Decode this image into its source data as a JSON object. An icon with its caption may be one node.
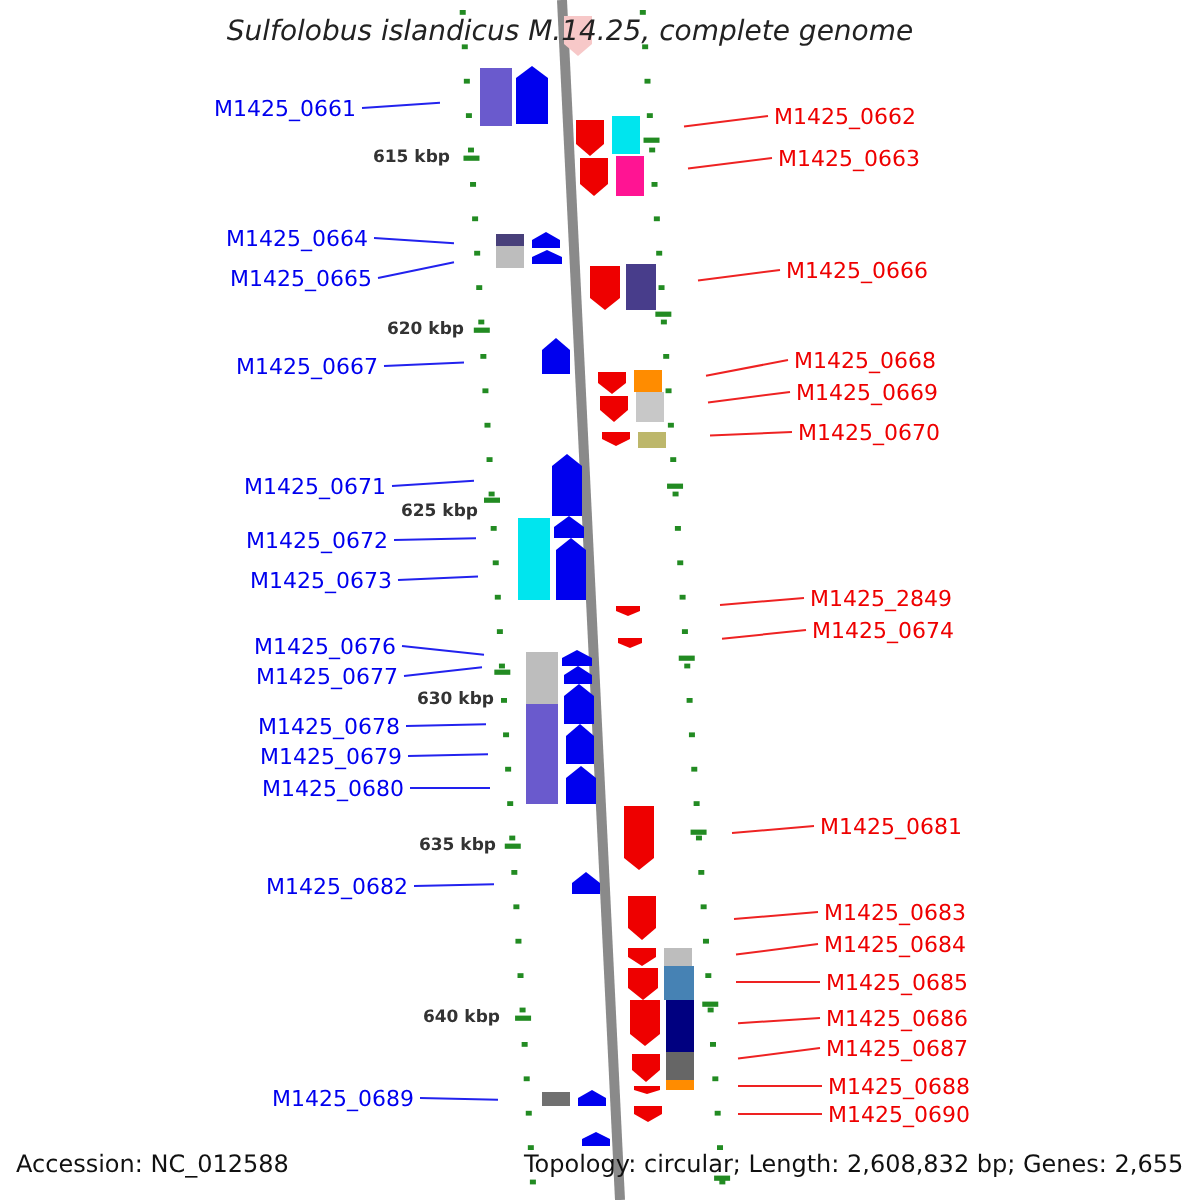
{
  "diagram": {
    "title": "Sulfolobus islandicus M.14.25, complete genome",
    "nodes": [
      {
        "text": [
          "M1425_0661"
        ]
      },
      {
        "text": [
          "M1425_0662"
        ]
      },
      {
        "text": [
          "M1425_0663"
        ]
      },
      {
        "text": [
          "M1425_0664"
        ]
      },
      {
        "text": [
          "M1425_0666"
        ]
      },
      {
        "text": [
          "M1425_0665"
        ]
      },
      {
        "text": [
          "M1425_0668"
        ]
      },
      {
        "text": [
          "M1425_0667"
        ]
      },
      {
        "text": [
          "M1425_0669"
        ]
      },
      {
        "text": [
          "M1425_0670"
        ]
      },
      {
        "text": [
          "M1425_0671"
        ]
      },
      {
        "text": [
          "M1425_0672"
        ]
      },
      {
        "text": [
          "M1425_0673"
        ]
      },
      {
        "text": [
          "M1425_2849"
        ]
      },
      {
        "text": [
          "M1425_0674"
        ]
      },
      {
        "text": [
          "M1425_0676"
        ]
      },
      {
        "text": [
          "M1425_0677"
        ]
      },
      {
        "text": [
          "M1425_0678"
        ]
      },
      {
        "text": [
          "M1425_0679"
        ]
      },
      {
        "text": [
          "M1425_0680"
        ]
      },
      {
        "text": [
          "M1425_0681"
        ]
      },
      {
        "text": [
          "M1425_0682"
        ]
      },
      {
        "text": [
          "M1425_0683"
        ]
      },
      {
        "text": [
          "M1425_0684"
        ]
      },
      {
        "text": [
          "M1425_0685"
        ]
      },
      {
        "text": [
          "M1425_0686"
        ]
      },
      {
        "text": [
          "M1425_0687"
        ]
      },
      {
        "text": [
          "M1425_0688"
        ]
      },
      {
        "text": [
          "M1425_0689"
        ]
      },
      {
        "text": [
          "M1425_0690"
        ]
      }
    ],
    "edges": [
      {
        "from": 0,
        "to": null,
        "arrow": "none",
        "color": "#2222ee"
      },
      {
        "from": 1,
        "to": null,
        "arrow": "none"
      },
      {
        "from": 2,
        "to": null,
        "arrow": "none"
      },
      {
        "from": 3,
        "to": null,
        "arrow": "none",
        "color": "#2222ee"
      },
      {
        "from": 4,
        "to": null,
        "arrow": "none"
      },
      {
        "from": 5,
        "to": null,
        "arrow": "none",
        "color": "#2222ee"
      },
      {
        "from": 6,
        "to": null,
        "arrow": "none"
      },
      {
        "from": 7,
        "to": null,
        "arrow": "none",
        "color": "#2222ee"
      },
      {
        "from": 8,
        "to": null,
        "arrow": "none"
      },
      {
        "from": 9,
        "to": null,
        "arrow": "none"
      },
      {
        "from": 10,
        "to": null,
        "arrow": "none",
        "color": "#2222ee"
      },
      {
        "from": 11,
        "to": null,
        "arrow": "none",
        "color": "#2222ee"
      },
      {
        "from": 12,
        "to": null,
        "arrow": "none",
        "color": "#2222ee"
      },
      {
        "from": 13,
        "to": null,
        "arrow": "none"
      },
      {
        "from": 14,
        "to": null,
        "arrow": "none"
      },
      {
        "from": 15,
        "to": null,
        "arrow": "none",
        "color": "#2222ee"
      },
      {
        "from": 16,
        "to": null,
        "arrow": "none",
        "color": "#2222ee"
      },
      {
        "from": 17,
        "to": null,
        "arrow": "none",
        "color": "#2222ee"
      },
      {
        "from": 18,
        "to": null,
        "arrow": "none",
        "color": "#2222ee"
      },
      {
        "from": 19,
        "to": null,
        "arrow": "none",
        "color": "#2222ee"
      },
      {
        "from": 20,
        "to": null,
        "arrow": "none"
      },
      {
        "from": 21,
        "to": null,
        "arrow": "none",
        "color": "#2222ee"
      },
      {
        "from": 22,
        "to": null,
        "arrow": "none"
      },
      {
        "from": 23,
        "to": null,
        "arrow": "none"
      },
      {
        "from": 24,
        "to": null,
        "arrow": "none"
      },
      {
        "from": 25,
        "to": null,
        "arrow": "none"
      },
      {
        "from": 26,
        "to": null,
        "arrow": "none"
      },
      {
        "from": 27,
        "to": null,
        "arrow": "none"
      },
      {
        "from": 28,
        "to": null,
        "arrow": "none",
        "color": "#2222ee"
      },
      {
        "from": 29,
        "to": null,
        "arrow": "none"
      }
    ],
    "labels": [
      "615 kbp",
      "620 kbp",
      "625 kbp",
      "630 kbp",
      "635 kbp",
      "640 kbp",
      "Accession: NC_012588",
      "Topology: circular; Length: 2,608,832 bp; Genes: 2,655"
    ]
  }
}
